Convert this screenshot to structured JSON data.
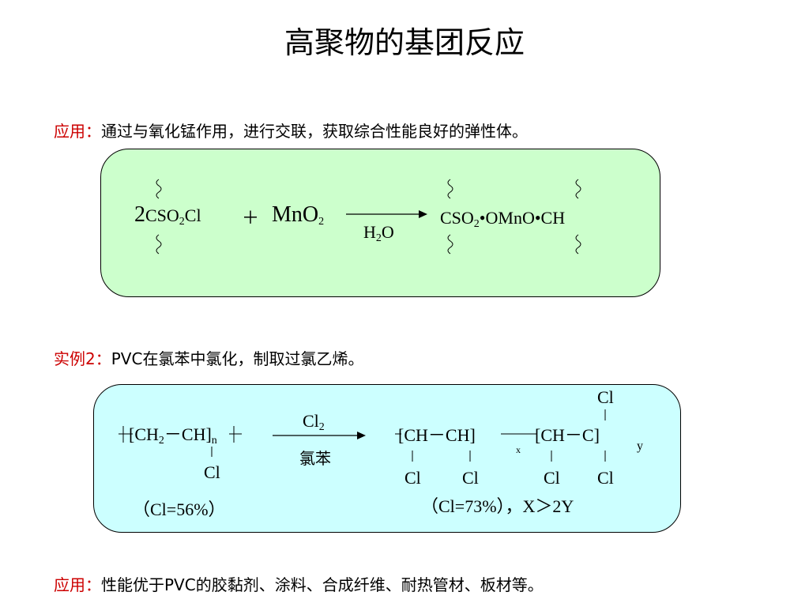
{
  "slide": {
    "title": "高聚物的基团反应",
    "para1": {
      "label": "应用：",
      "text": "通过与氧化锰作用，进行交联，获取综合性能良好的弹性体。"
    },
    "para2": {
      "label": "实例2：",
      "text": "PVC在氯苯中氯化，制取过氯乙烯。"
    },
    "para3": {
      "label": "应用：",
      "text": "性能优于PVC的胶黏剂、涂料、合成纤维、耐热管材、板材等。"
    }
  },
  "reaction1": {
    "coef": "2",
    "reactant_a": {
      "p1": "CSO",
      "sub": "2",
      "p2": "Cl"
    },
    "plus": "＋",
    "reactant_b": {
      "p1": "MnO",
      "sub": "2"
    },
    "condition": {
      "p1": "H",
      "sub": "2",
      "p2": "O"
    },
    "product": {
      "p1": "CSO",
      "sub": "2",
      "p2": "•OMnO•CH"
    }
  },
  "reaction2": {
    "reactant": {
      "open": "[",
      "p1": "CH",
      "sub": "2",
      "dash": "－",
      "p2": "CH",
      "close": "]",
      "n": "n",
      "cl": "Cl"
    },
    "reactant_note": "（Cl=56%）",
    "reagent": {
      "p1": "Cl",
      "sub": "2"
    },
    "solvent": "氯苯",
    "product": {
      "g1": {
        "open": "[",
        "a": "CH",
        "dash": "－",
        "b": "CH",
        "close": "]",
        "sub": "x"
      },
      "g2": {
        "open": "[",
        "a": "CH",
        "dash": "－",
        "b": "C",
        "close": "]",
        "sub": "y"
      },
      "cl_top": "Cl",
      "cl": "Cl"
    },
    "product_note": "（Cl=73%），X＞2Y"
  }
}
